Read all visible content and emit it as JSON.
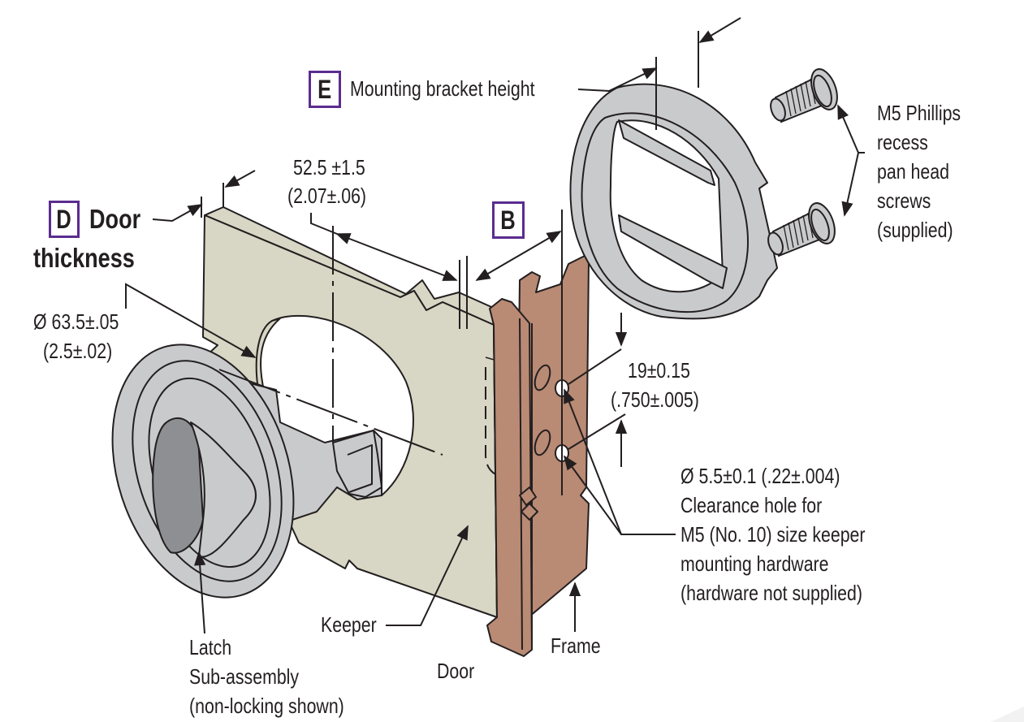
{
  "colors": {
    "door": "#d8d6c4",
    "frame": "#b98a74",
    "metal": "#c9cacc",
    "metal_dark": "#8e8f93",
    "tag_border": "#5b2c8f",
    "line": "#231f20"
  },
  "callouts": {
    "E": {
      "letter": "E",
      "text": "Mounting bracket height"
    },
    "D": {
      "letter": "D",
      "text_line1": "Door",
      "text_line2": "thickness"
    },
    "B": {
      "letter": "B"
    }
  },
  "dimensions": {
    "offset": {
      "metric": "52.5 ±1.5",
      "imperial": "(2.07±.06)"
    },
    "hole_diameter": {
      "metric": "Ø 63.5±.05",
      "imperial": "(2.5±.02)"
    },
    "hole_spacing": {
      "metric": "19±0.15",
      "imperial": "(.750±.005)"
    },
    "clearance_hole": {
      "lines": [
        "Ø 5.5±0.1 (.22±.004)",
        "Clearance hole for",
        "M5 (No. 10) size keeper",
        "mounting hardware",
        "(hardware not supplied)"
      ]
    }
  },
  "parts": {
    "screws": {
      "lines": [
        "M5 Phillips",
        "recess",
        "pan head",
        "screws",
        "(supplied)"
      ]
    },
    "keeper": "Keeper",
    "frame": "Frame",
    "door": "Door",
    "latch": {
      "lines": [
        "Latch",
        "Sub-assembly",
        "(non-locking shown)"
      ]
    }
  }
}
